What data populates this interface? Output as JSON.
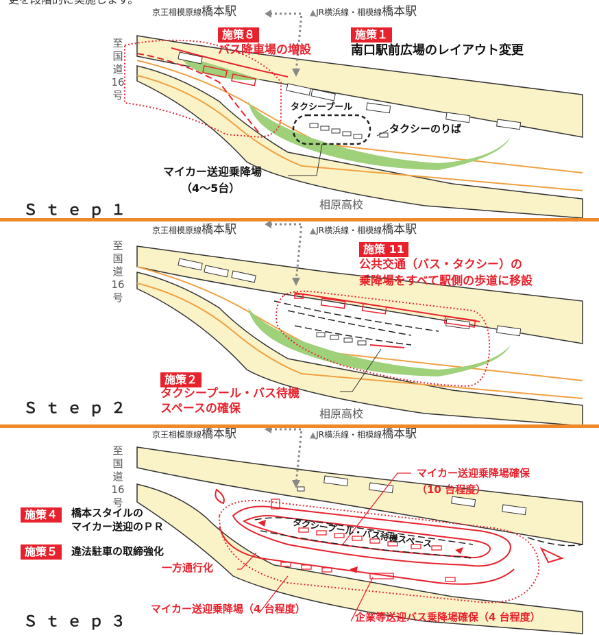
{
  "top_caption": "更を段階的に実施します。",
  "stations": {
    "keio_line": "京王相模原線",
    "keio_station": "橋本駅",
    "jr_mark": "▲",
    "jr_line": "JR横浜線・相模線",
    "jr_station": "橋本駅"
  },
  "route16": [
    "至",
    "国",
    "道",
    "16",
    "号"
  ],
  "school": "相原高校",
  "step1": {
    "label": "Ｓｔｅｐ１",
    "measure8_badge": "施策８",
    "measure8_text": "バス降車場の増設",
    "measure1_badge": "施策１",
    "measure1_text": "南口駅前広場のレイアウト変更",
    "taxi_pool": "タクシープール",
    "taxi_stand": "タクシーのりば",
    "car_dropoff": "マイカー送迎乗降場",
    "car_count": "（4～5台）"
  },
  "step2": {
    "label": "Ｓｔｅｐ２",
    "measure11_badge": "施策 11",
    "measure11_line1": "公共交通（バス・タクシー）の",
    "measure11_line2": "乗降場をすべて駅側の歩道に移設",
    "measure2_badge": "施策２",
    "measure2_line1": "タクシープール・バス待機",
    "measure2_line2": "スペースの確保"
  },
  "step3": {
    "label": "Ｓｔｅｐ３",
    "measure4_badge": "施策４",
    "measure4_line1": "橋本スタイルの",
    "measure4_line2": "マイカー送迎のＰＲ",
    "measure5_badge": "施策５",
    "measure5_text": "違法駐車の取締強化",
    "car_dropoff_secured": "マイカー送迎乗降場確保",
    "car_dropoff_secured_count": "（10 台程度）",
    "taxi_bus_space": "タクシープール・バス待機スペース",
    "one_way": "一方通行化",
    "car_dropoff_4": "マイカー送迎乗降場（4 台程度）",
    "company_bus": "企業等送迎バス乗降場確保（4 台程度）"
  },
  "colors": {
    "accent_red": "#e8222d",
    "divider_orange": "#ef8a2a",
    "road_orange": "#f0a040",
    "sidewalk_beige": "#fbf3c8",
    "green_island": "#9fd07a"
  }
}
